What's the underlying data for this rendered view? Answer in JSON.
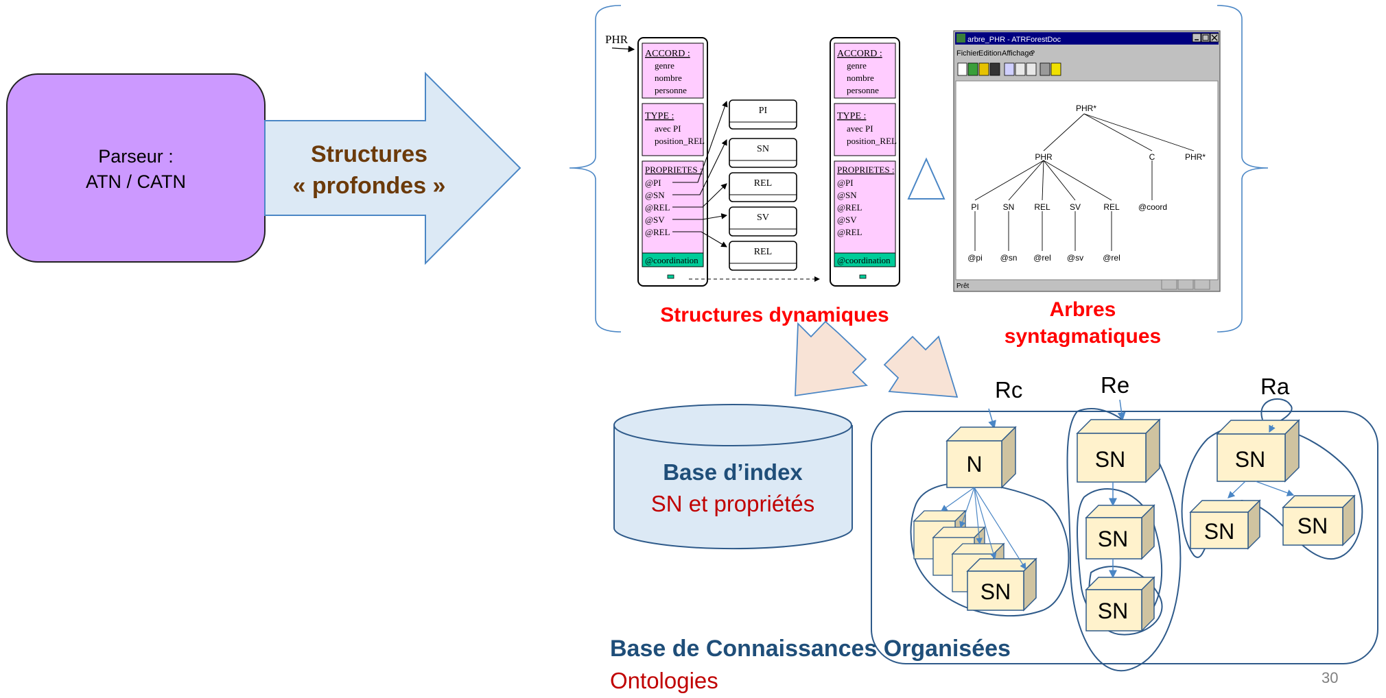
{
  "parser": {
    "line1": "Parseur :",
    "line2": "ATN / CATN"
  },
  "arrow_label": {
    "line1": "Structures",
    "line2": "« profondes »"
  },
  "phr_pointer": "PHR",
  "left_struct": {
    "accord_title": "ACCORD :",
    "accord_items": [
      "genre",
      "nombre",
      "personne"
    ],
    "type_title": "TYPE :",
    "type_items": [
      "avec PI",
      "position_REL"
    ],
    "props_title": "PROPRIETES :",
    "props_items": [
      "@PI",
      "@SN",
      "@REL",
      "@SV",
      "@REL"
    ],
    "coord": "@coordination"
  },
  "middle_boxes": [
    "PI",
    "SN",
    "REL",
    "SV",
    "REL"
  ],
  "right_struct": {
    "accord_title": "ACCORD :",
    "accord_items": [
      "genre",
      "nombre",
      "personne"
    ],
    "type_title": "TYPE :",
    "type_items": [
      "avec PI",
      "position_REL"
    ],
    "props_title": "PROPRIETES :",
    "props_items": [
      "@PI",
      "@SN",
      "@REL",
      "@SV",
      "@REL"
    ],
    "coord": "@coordination"
  },
  "app_window": {
    "title": "arbre_PHR - ATRForestDoc",
    "menu": [
      "Fichier",
      "Edition",
      "Affichage",
      "?"
    ],
    "status": "Prêt",
    "tree": {
      "root": "PHR*",
      "level1": [
        "PHR",
        "C",
        "PHR*"
      ],
      "level2": [
        "PI",
        "SN",
        "REL",
        "SV",
        "REL",
        "@coord"
      ],
      "leaves": [
        "@pi",
        "@sn",
        "@rel",
        "@sv",
        "@rel"
      ]
    }
  },
  "label_dynamic": "Structures dynamiques",
  "label_trees": {
    "line1": "Arbres",
    "line2": "syntagmatiques"
  },
  "index_db": {
    "line1": "Base d’index",
    "line2": "SN et propriétés"
  },
  "kb": {
    "rc": "Rc",
    "re": "Re",
    "ra": "Ra",
    "n": "N",
    "sn": "SN"
  },
  "bottom": {
    "line1": "Base de Connaissances Organisées",
    "line2": "Ontologies"
  },
  "page_number": "30",
  "colors": {
    "parser_fill": "#cc99ff",
    "arrow_fill": "#dce9f5",
    "arrow_text": "#6b3a0a",
    "pink": "#ffccff",
    "teal": "#00cc99",
    "red": "#ff0000",
    "dark_red": "#c00000",
    "navy": "#1f4e79",
    "cube": "#fff2cc",
    "salmon": "#f8e3d6",
    "blue_line": "#2e5a8a"
  }
}
